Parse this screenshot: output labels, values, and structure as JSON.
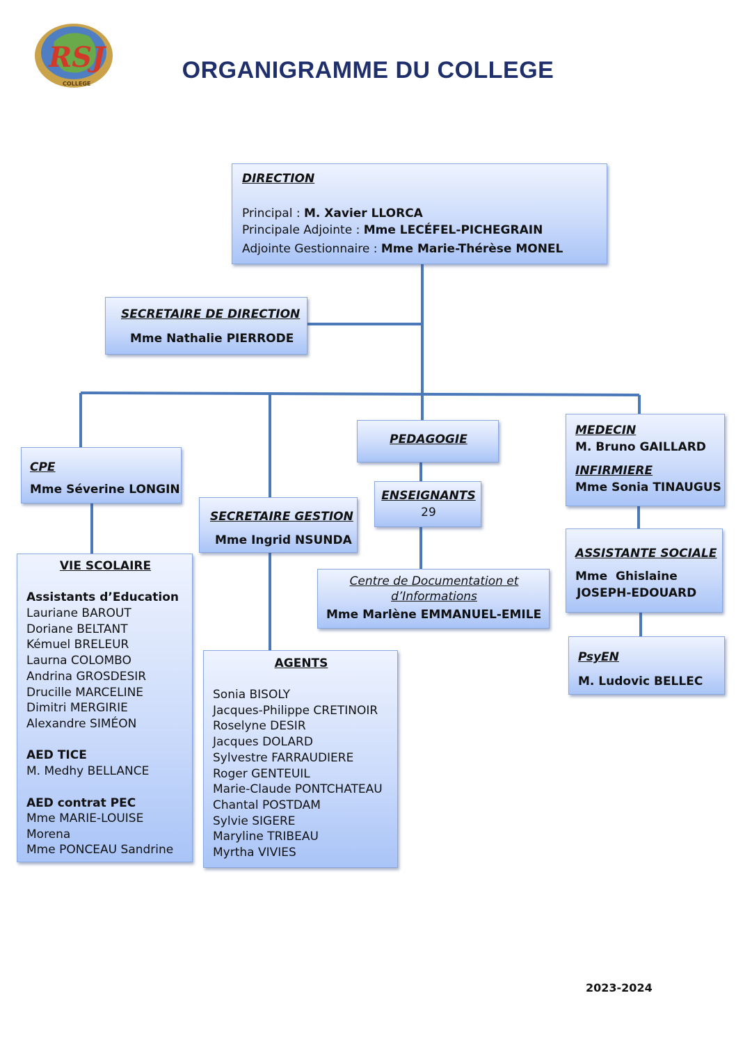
{
  "title": "ORGANIGRAMME DU COLLEGE",
  "logo": {
    "text": "RSJ",
    "subtext": "COLLEGE"
  },
  "direction": {
    "heading": "DIRECTION",
    "rows": [
      {
        "role": "Principal : ",
        "name": "M. Xavier LLORCA"
      },
      {
        "role": "Principale Adjointe : ",
        "name": "Mme LECÉFEL-PICHEGRAIN"
      },
      {
        "role": "Adjointe Gestionnaire : ",
        "name": "Mme Marie-Thérèse MONEL"
      }
    ]
  },
  "secretaire_direction": {
    "heading": "SECRETAIRE DE DIRECTION",
    "name": "Mme Nathalie PIERRODE"
  },
  "cpe": {
    "heading": "CPE",
    "name": "Mme Séverine LONGIN"
  },
  "secretaire_gestion": {
    "heading": "SECRETAIRE GESTION",
    "name": "Mme Ingrid NSUNDA"
  },
  "pedagogie": {
    "heading": "PEDAGOGIE"
  },
  "enseignants": {
    "heading": "ENSEIGNANTS",
    "count": "29"
  },
  "cdi": {
    "heading_line1": "Centre de Documentation et",
    "heading_line2": "d’Informations",
    "name": "Mme Marlène EMMANUEL-EMILE"
  },
  "medecin": {
    "heading": "MEDECIN",
    "name": "M. Bruno GAILLARD",
    "heading2": "INFIRMIERE",
    "name2": "Mme Sonia TINAUGUS"
  },
  "assistante_sociale": {
    "heading": "ASSISTANTE SOCIALE",
    "name_line1": "Mme  Ghislaine",
    "name_line2": "JOSEPH-EDOUARD"
  },
  "psyen": {
    "heading": "PsyEN",
    "name": "M. Ludovic BELLEC"
  },
  "vie_scolaire": {
    "heading": "VIE SCOLAIRE",
    "groups": [
      {
        "title": "Assistants d’Education",
        "members": [
          "Lauriane BAROUT",
          "Doriane BELTANT",
          "Kémuel BRELEUR",
          "Laurna COLOMBO",
          "Andrina GROSDESIR",
          "Drucille MARCELINE",
          "Dimitri MERGIRIE",
          "Alexandre SIMÉON"
        ]
      },
      {
        "title": "AED TICE",
        "members": [
          "M. Medhy BELLANCE"
        ]
      },
      {
        "title": "AED contrat PEC",
        "members": [
          "Mme MARIE-LOUISE",
          "Morena",
          "Mme PONCEAU Sandrine"
        ]
      }
    ]
  },
  "agents": {
    "heading": "AGENTS",
    "members": [
      "Sonia BISOLY",
      "Jacques-Philippe CRETINOIR",
      "Roselyne DESIR",
      "Jacques DOLARD",
      "Sylvestre FARRAUDIERE",
      "Roger GENTEUIL",
      "Marie-Claude PONTCHATEAU",
      "Chantal POSTDAM",
      "Sylvie SIGERE",
      "Maryline TRIBEAU",
      "Myrtha VIVIES"
    ]
  },
  "year": "2023-2024"
}
